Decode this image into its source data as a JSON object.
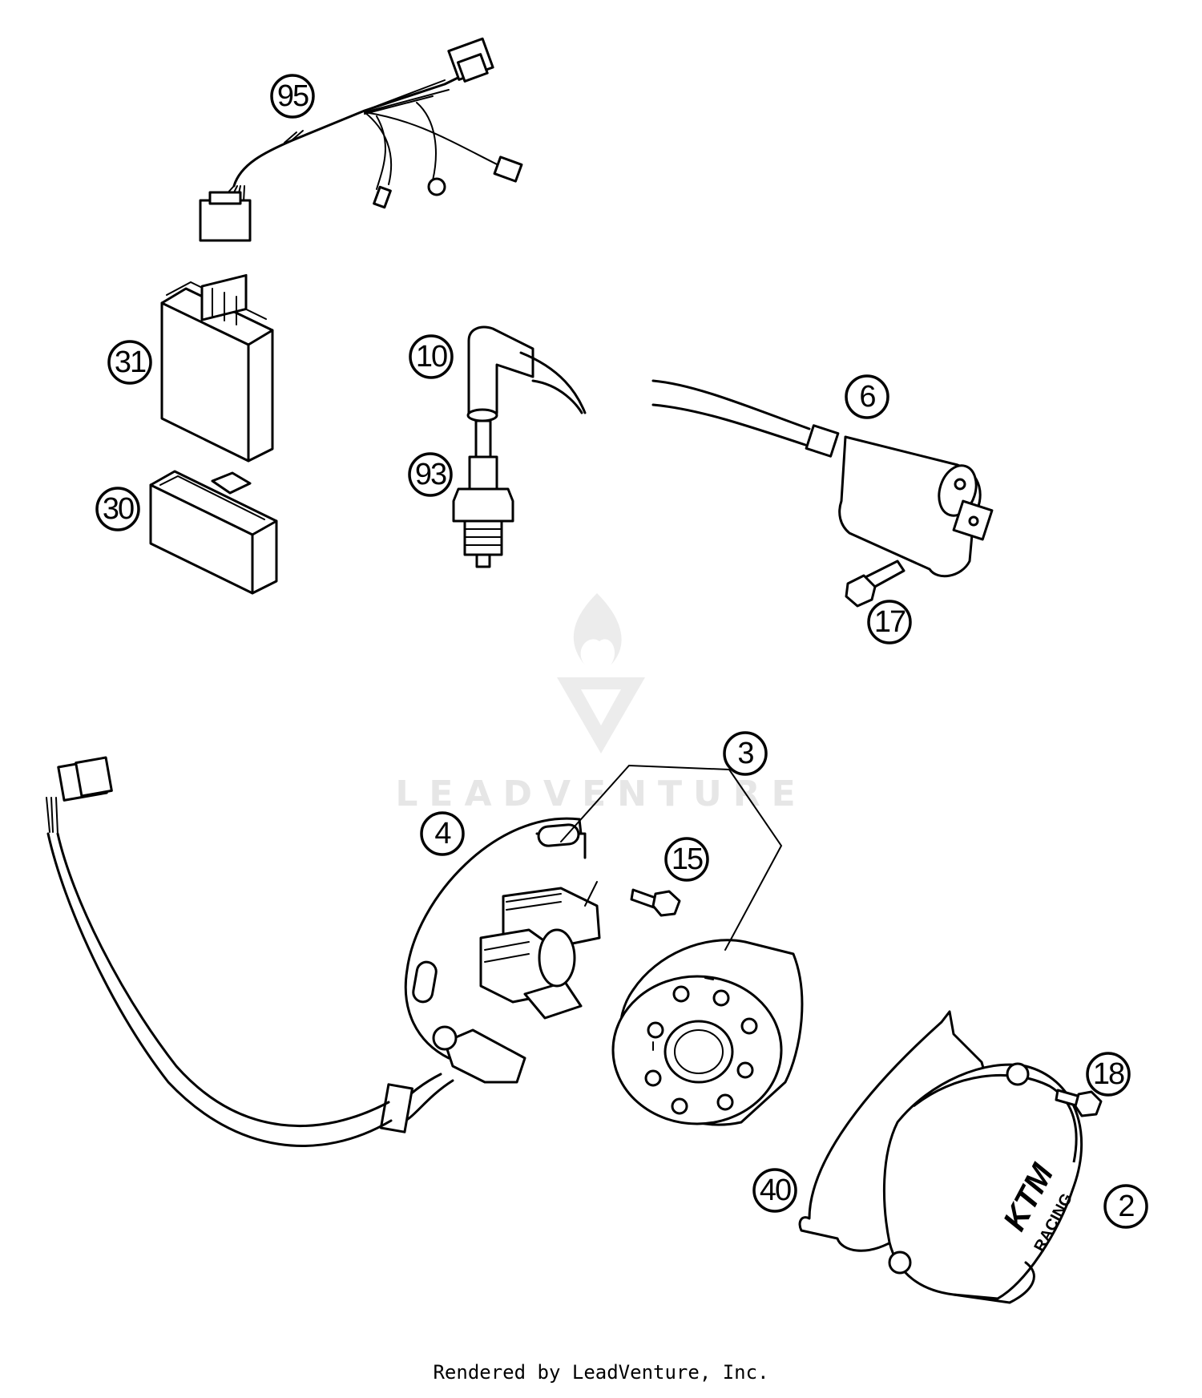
{
  "callouts": [
    {
      "id": "95",
      "label": "95"
    },
    {
      "id": "31",
      "label": "31"
    },
    {
      "id": "30",
      "label": "30"
    },
    {
      "id": "10",
      "label": "10"
    },
    {
      "id": "93",
      "label": "93"
    },
    {
      "id": "6",
      "label": "6"
    },
    {
      "id": "17",
      "label": "17"
    },
    {
      "id": "3",
      "label": "3"
    },
    {
      "id": "4",
      "label": "4"
    },
    {
      "id": "15",
      "label": "15"
    },
    {
      "id": "18",
      "label": "18"
    },
    {
      "id": "40",
      "label": "40"
    },
    {
      "id": "2",
      "label": "2"
    }
  ],
  "watermark": {
    "text": "LEADVENTURE"
  },
  "footer": {
    "text": "Rendered by LeadVenture, Inc."
  },
  "cover_logo": {
    "line1": "KTM",
    "line2": "RACING"
  }
}
